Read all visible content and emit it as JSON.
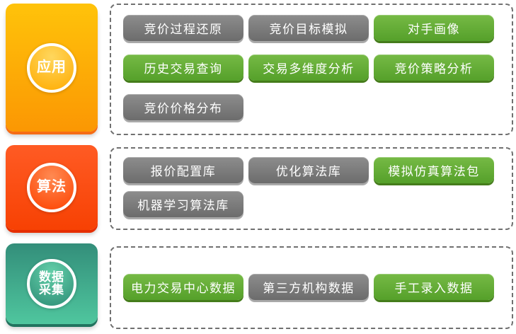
{
  "sections": [
    {
      "category": {
        "label": "应用",
        "lines": [
          "应用"
        ]
      },
      "rows": [
        [
          {
            "label": "竞价过程还原",
            "variant": "gray"
          },
          {
            "label": "竞价目标模拟",
            "variant": "gray"
          },
          {
            "label": "对手画像",
            "variant": "green"
          }
        ],
        [
          {
            "label": "历史交易查询",
            "variant": "green"
          },
          {
            "label": "交易多维度分析",
            "variant": "green"
          },
          {
            "label": "竞价策略分析",
            "variant": "green"
          }
        ],
        [
          {
            "label": "竞价价格分布",
            "variant": "gray"
          }
        ]
      ]
    },
    {
      "category": {
        "label": "算法",
        "lines": [
          "算法"
        ]
      },
      "rows": [
        [
          {
            "label": "报价配置库",
            "variant": "gray"
          },
          {
            "label": "优化算法库",
            "variant": "gray"
          },
          {
            "label": "模拟仿真算法包",
            "variant": "green"
          }
        ],
        [
          {
            "label": "机器学习算法库",
            "variant": "gray"
          }
        ]
      ]
    },
    {
      "category": {
        "label": "数据采集",
        "lines": [
          "数据",
          "采集"
        ]
      },
      "rows": [
        [
          {
            "label": "电力交易中心数据",
            "variant": "green"
          },
          {
            "label": "第三方机构数据",
            "variant": "gray"
          },
          {
            "label": "手工录入数据",
            "variant": "green"
          }
        ]
      ]
    }
  ],
  "palette": {
    "button_gray_top": "#8d8d8d",
    "button_gray_bottom": "#6c6c6c",
    "button_gray_shadow": "#a9a9a9",
    "button_green_top": "#76ba45",
    "button_green_bottom": "#55a02a",
    "button_green_shadow": "#457c1b",
    "block_app_top": "#ffc30a",
    "block_app_bottom": "#fb9703",
    "block_app_edge": "#f66c15",
    "block_alg_top": "#ff5b24",
    "block_alg_bottom": "#f74103",
    "block_alg_edge": "#e62e00",
    "block_data_top": "#338e7a",
    "block_data_bottom": "#4fc69e",
    "block_data_edge": "#21745f",
    "dashed_border": "#707070",
    "text": "#ffffff"
  }
}
